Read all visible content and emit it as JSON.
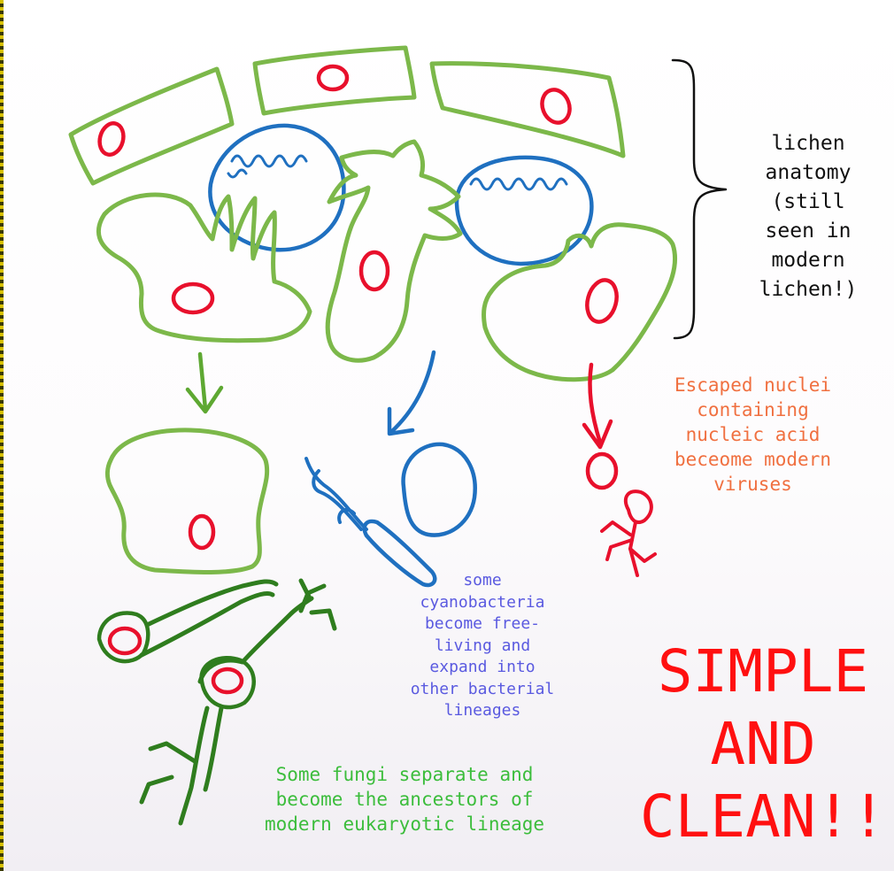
{
  "labels": {
    "lichen": "lichen\nanatomy\n(still\nseen in\nmodern\nlichen!)",
    "virus": "Escaped nuclei\ncontaining\nnucleic acid\nbeceome modern\nviruses",
    "cyano": "some\ncyanobacteria\nbecome free-\nliving and\nexpand into\nother bacterial\nlineages",
    "fungi": "Some fungi separate and\nbecome the ancestors of\nmodern eukaryotic lineage",
    "slogan": "SIMPLE\nAND\nCLEAN!!"
  },
  "colors": {
    "fungal_cell": "#7cb84a",
    "fungal_hypha": "#2f7d1e",
    "cyanobacteria": "#1f70c0",
    "nucleus": "#e8102c",
    "lichen_text": "#111111",
    "virus_text": "#f07040",
    "cyano_text": "#5a5ae0",
    "fungi_text": "#3cbd3c",
    "slogan_text": "#ff1010"
  },
  "icons": [
    "fungal-cell-icon",
    "nucleus-icon",
    "cyanobacterium-icon",
    "arrow-icon",
    "brace-icon",
    "virus-icon",
    "hypha-icon"
  ]
}
